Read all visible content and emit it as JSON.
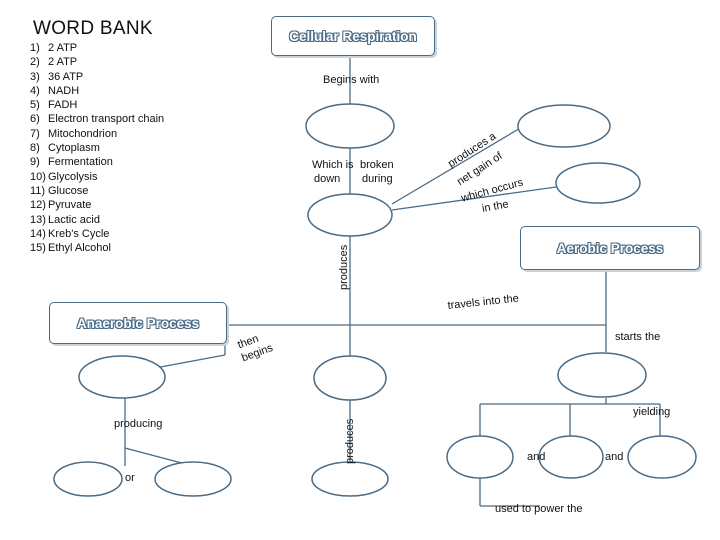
{
  "word_bank": {
    "title": "WORD BANK",
    "items": [
      {
        "num": "1)",
        "text": "2 ATP"
      },
      {
        "num": "2)",
        "text": "2 ATP"
      },
      {
        "num": "3)",
        "text": "36 ATP"
      },
      {
        "num": "4)",
        "text": "NADH"
      },
      {
        "num": "5)",
        "text": "FADH"
      },
      {
        "num": "6)",
        "text": "Electron transport chain"
      },
      {
        "num": "7)",
        "text": "Mitochondrion"
      },
      {
        "num": "8)",
        "text": "Cytoplasm"
      },
      {
        "num": "9)",
        "text": "Fermentation"
      },
      {
        "num": "10)",
        "text": "Glycolysis"
      },
      {
        "num": "11)",
        "text": "Glucose"
      },
      {
        "num": "12)",
        "text": "Pyruvate"
      },
      {
        "num": "13)",
        "text": "Lactic acid"
      },
      {
        "num": "14)",
        "text": "Kreb's Cycle"
      },
      {
        "num": "15)",
        "text": "Ethyl Alcohol"
      }
    ]
  },
  "headings": {
    "cellular_respiration": "Cellular Respiration",
    "aerobic_process": "Aerobic Process",
    "anaerobic_process": "Anaerobic Process"
  },
  "labels": {
    "begins_with": "Begins with",
    "which_is": "Which is",
    "down": "down",
    "broken": "broken",
    "during": "during",
    "produces_top": "produces",
    "produces_a": "produces a",
    "net_gain_of": "net gain of",
    "which_occurs": "which occurs",
    "in_the": "in the",
    "travels_into_the": "travels into the",
    "then": "then",
    "begins": "begins",
    "starts_the": "starts the",
    "producing": "producing",
    "produces_bottom": "produces",
    "yielding": "yielding",
    "and_1": "and",
    "and_2": "and",
    "or": "or",
    "used_to_power_the": "used to power the"
  }
}
